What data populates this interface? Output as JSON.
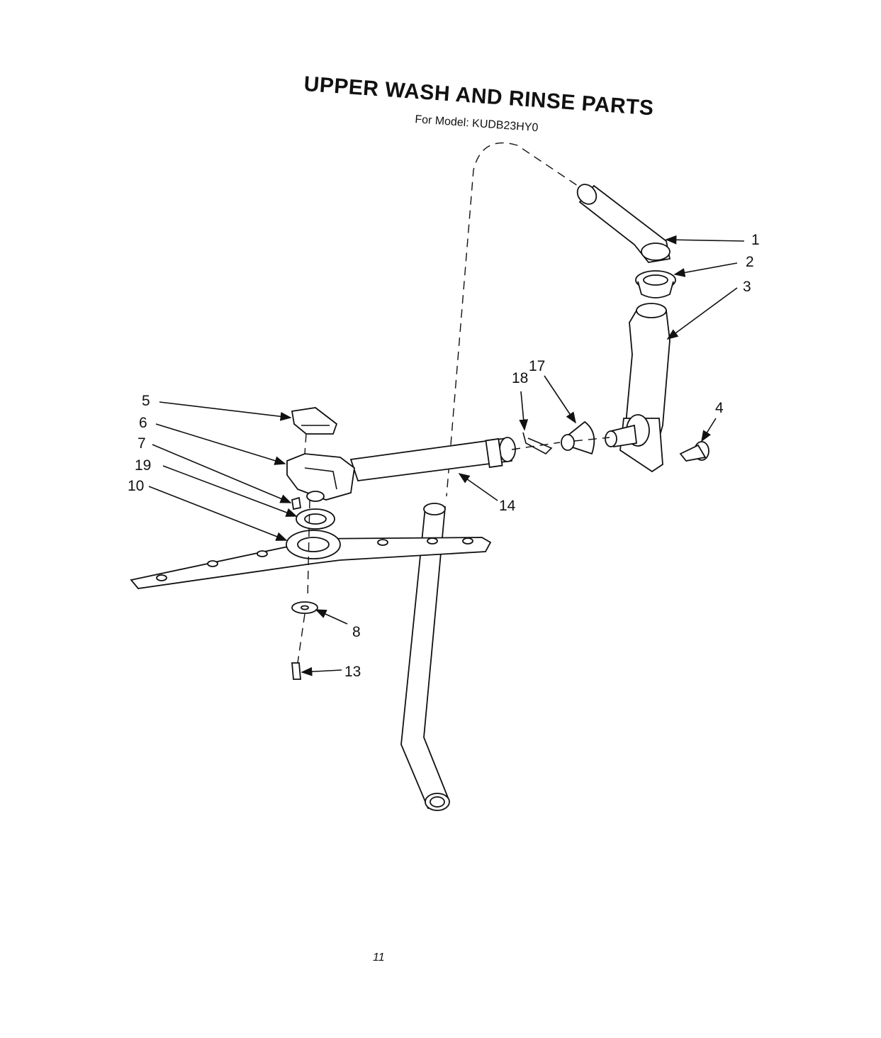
{
  "title": "UPPER WASH AND RINSE PARTS",
  "subtitle": "For Model: KUDB23HY0",
  "page_number": "11",
  "callouts": [
    "1",
    "2",
    "3",
    "4",
    "5",
    "6",
    "7",
    "8",
    "10",
    "13",
    "14",
    "17",
    "18",
    "19"
  ]
}
